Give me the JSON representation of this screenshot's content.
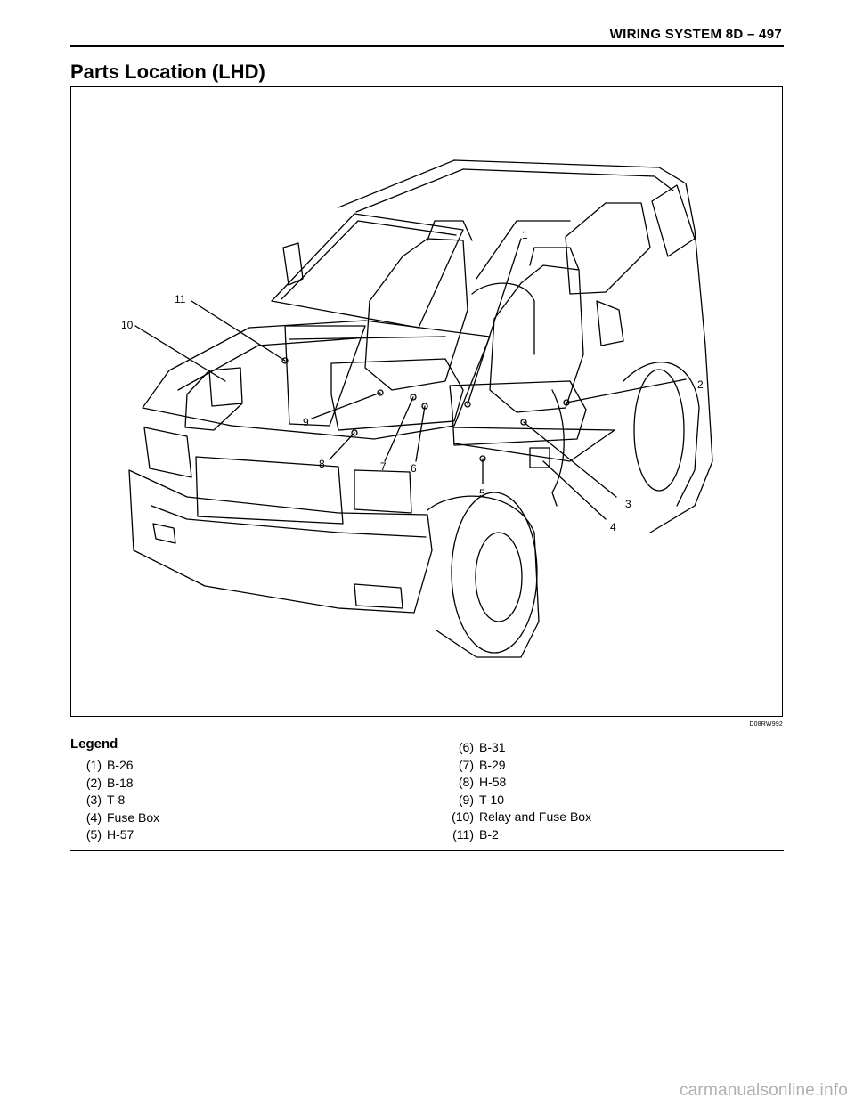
{
  "header": {
    "title": "WIRING SYSTEM 8D – 497"
  },
  "section": {
    "title": "Parts Location (LHD)"
  },
  "figure": {
    "code": "D08RW992",
    "callouts": [
      "1",
      "2",
      "3",
      "4",
      "5",
      "6",
      "7",
      "8",
      "9",
      "10",
      "11"
    ]
  },
  "legend": {
    "title": "Legend",
    "items": [
      {
        "num": "(1)",
        "label": "B-26"
      },
      {
        "num": "(2)",
        "label": "B-18"
      },
      {
        "num": "(3)",
        "label": "T-8"
      },
      {
        "num": "(4)",
        "label": "Fuse Box"
      },
      {
        "num": "(5)",
        "label": "H-57"
      },
      {
        "num": "(6)",
        "label": "B-31"
      },
      {
        "num": "(7)",
        "label": "B-29"
      },
      {
        "num": "(8)",
        "label": "H-58"
      },
      {
        "num": "(9)",
        "label": "T-10"
      },
      {
        "num": "(10)",
        "label": "Relay and Fuse Box"
      },
      {
        "num": "(11)",
        "label": "B-2"
      }
    ]
  },
  "watermark": "carmanualsonline.info"
}
